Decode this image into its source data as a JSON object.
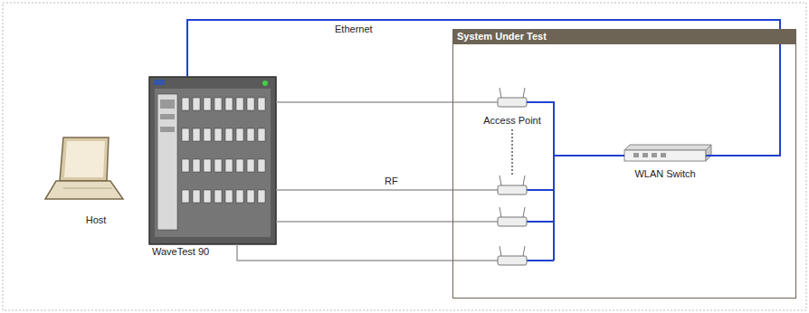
{
  "diagram": {
    "nodes": [
      {
        "text": [
          "Host"
        ]
      },
      {
        "text": [
          "WaveTest 90"
        ]
      },
      {
        "text": [
          "System Under Test"
        ]
      },
      {
        "text": [
          "Access Point"
        ],
        "in": 2
      },
      {
        "text": [
          "WLAN Switch"
        ],
        "in": 2
      }
    ],
    "edges": [
      {
        "from": 1,
        "to": 4,
        "arrow": "none",
        "label": "Ethernet"
      },
      {
        "from": 1,
        "to": 3,
        "arrow": "none"
      },
      {
        "from": 3,
        "to": 4,
        "arrow": "none"
      }
    ],
    "labels": [
      "RF"
    ]
  }
}
